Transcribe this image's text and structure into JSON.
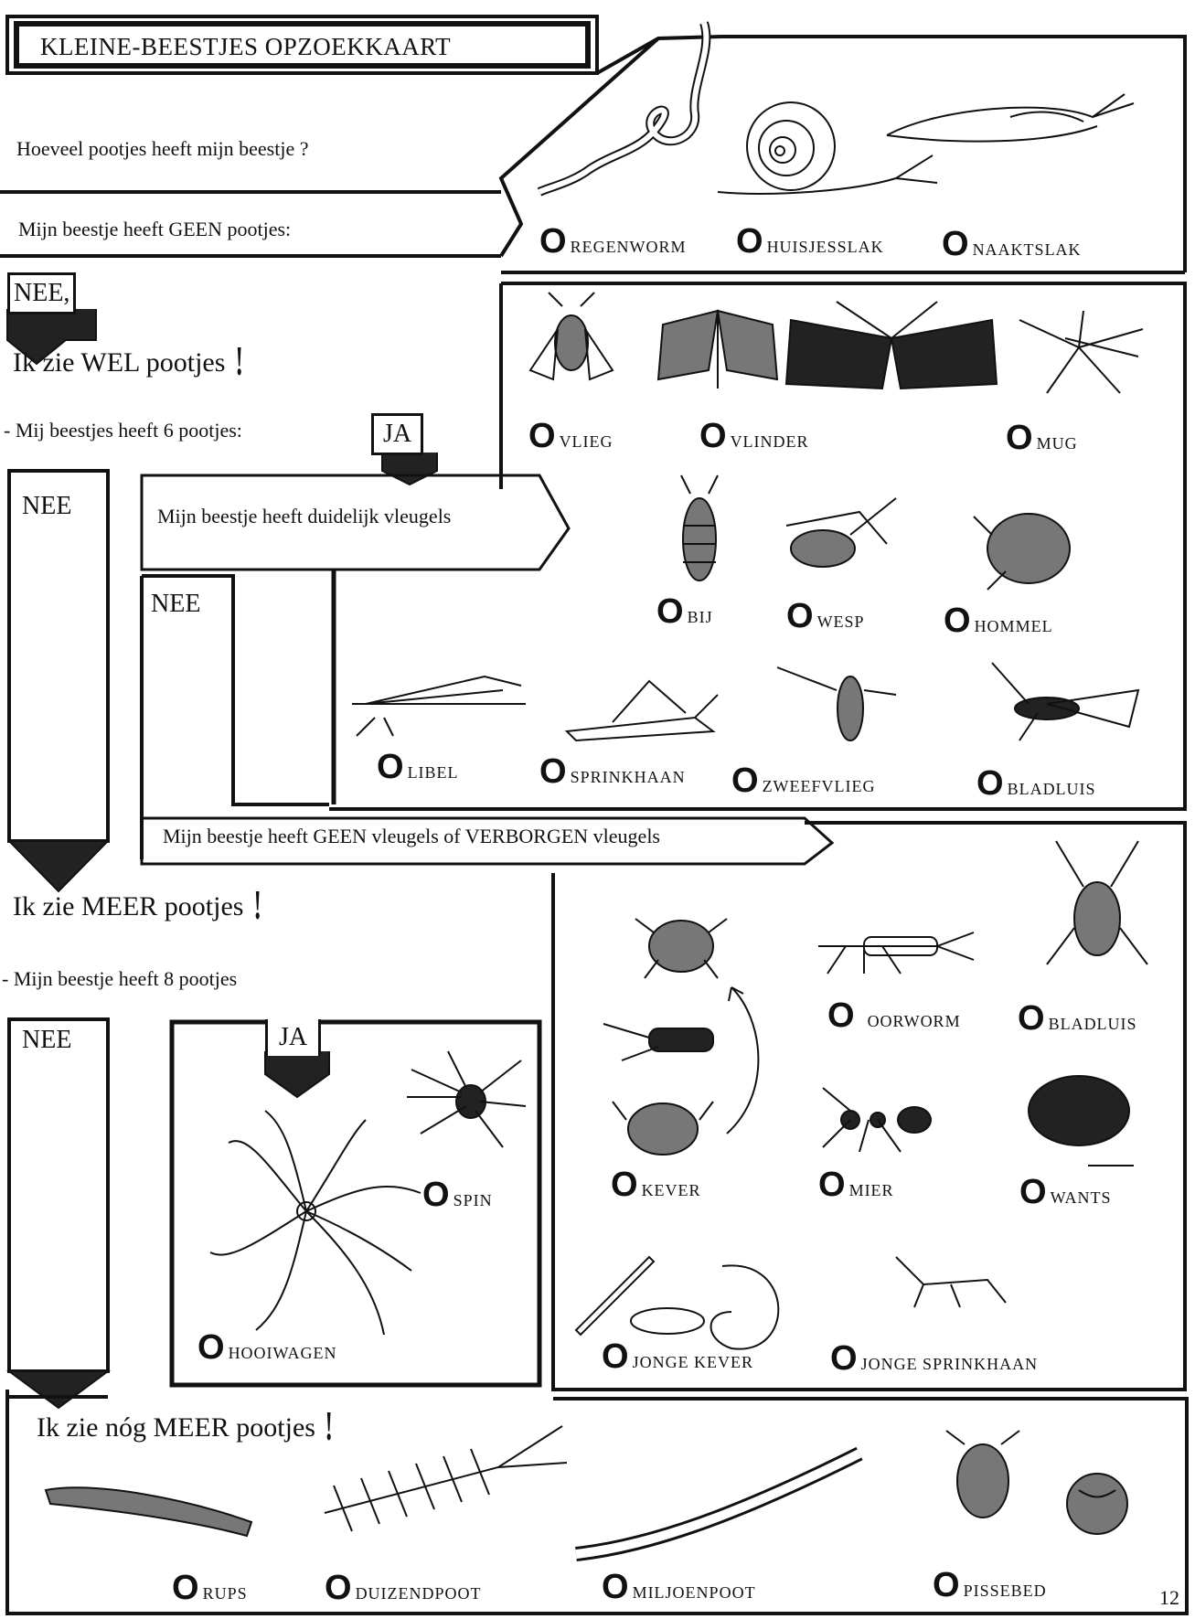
{
  "title": "KLEINE-BEESTJES OPZOEKKAART",
  "page_number": "12",
  "q_legs": "Hoeveel pootjes heeft mijn beestje ?",
  "q_no_legs": "Mijn beestje heeft GEEN pootjes:",
  "no_legs_options": [
    "REGENWORM",
    "HUISJESSLAK",
    "NAAKTSLAK"
  ],
  "nee_comma": "NEE,",
  "wel_pootjes": "Ik zie WEL pootjes",
  "q_six_legs": "- Mij beestjes heeft 6 pootjes:",
  "ja": "JA",
  "nee": "NEE",
  "wings_clear": "Mijn beestje heeft duidelijk vleugels",
  "winged_options": [
    "VLIEG",
    "VLINDER",
    "MUG",
    "BIJ",
    "WESP",
    "HOMMEL",
    "LIBEL",
    "SPRINKHAAN",
    "ZWEEFVLIEG",
    "BLADLUIS"
  ],
  "wings_hidden": "Mijn beestje heeft GEEN vleugels of VERBORGEN vleugels",
  "wingless_options": [
    "OORWORM",
    "BLADLUIS",
    "KEVER",
    "MIER",
    "WANTS",
    "JONGE KEVER",
    "JONGE SPRINKHAAN"
  ],
  "meer_pootjes": "Ik zie MEER pootjes",
  "q_eight_legs": "- Mijn beestje heeft 8 pootjes",
  "eight_leg_options": [
    "SPIN",
    "HOOIWAGEN"
  ],
  "nog_meer_pootjes": "Ik zie nóg MEER pootjes",
  "many_leg_options": [
    "RUPS",
    "DUIZENDPOOT",
    "MILJOENPOOT",
    "PISSEBED"
  ],
  "option_mark": "O",
  "exclamation": "!"
}
